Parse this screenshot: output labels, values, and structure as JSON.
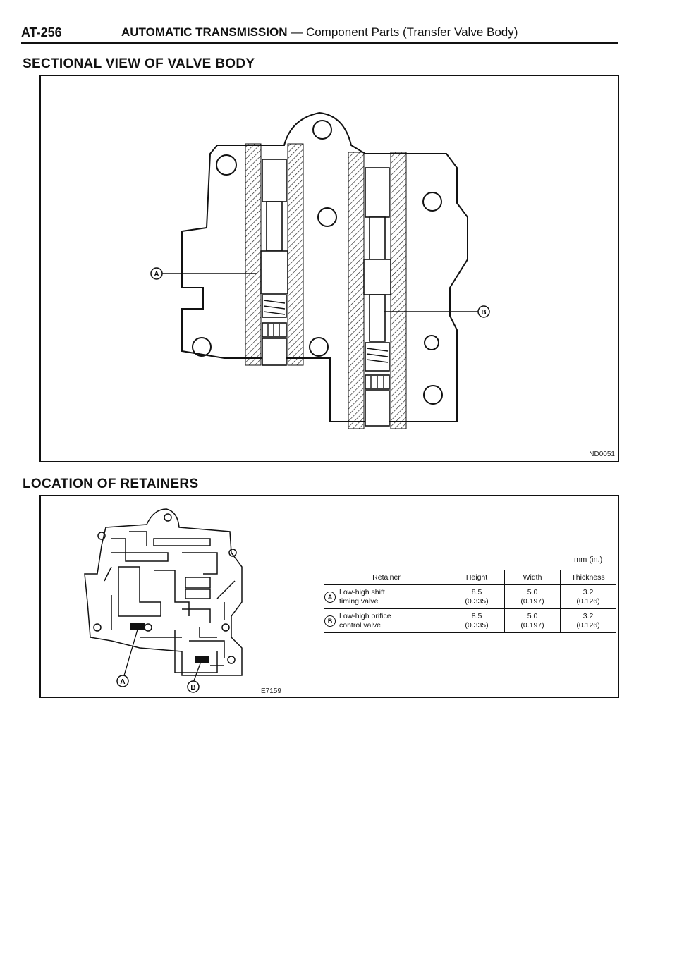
{
  "header": {
    "page_number": "AT-256",
    "section_title": "AUTOMATIC TRANSMISSION",
    "dash": "—",
    "subtitle": "Component Parts (Transfer Valve Body)"
  },
  "sectional_view": {
    "title": "SECTIONAL VIEW OF VALVE BODY",
    "figure_code": "ND0051",
    "callout_a": "A",
    "callout_b": "B"
  },
  "retainers": {
    "title": "LOCATION OF RETAINERS",
    "figure_code": "E7159",
    "callout_a": "A",
    "callout_b": "B",
    "unit_note": "mm (in.)",
    "table": {
      "headers": [
        "Retainer",
        "Height",
        "Width",
        "Thickness"
      ],
      "rows": [
        {
          "mark": "A",
          "retainer_line1": "Low-high shift",
          "retainer_line2": "timing valve",
          "height_mm": "8.5",
          "height_in": "(0.335)",
          "width_mm": "5.0",
          "width_in": "(0.197)",
          "thickness_mm": "3.2",
          "thickness_in": "(0.126)"
        },
        {
          "mark": "B",
          "retainer_line1": "Low-high orifice",
          "retainer_line2": "control valve",
          "height_mm": "8.5",
          "height_in": "(0.335)",
          "width_mm": "5.0",
          "width_in": "(0.197)",
          "thickness_mm": "3.2",
          "thickness_in": "(0.126)"
        }
      ]
    }
  }
}
